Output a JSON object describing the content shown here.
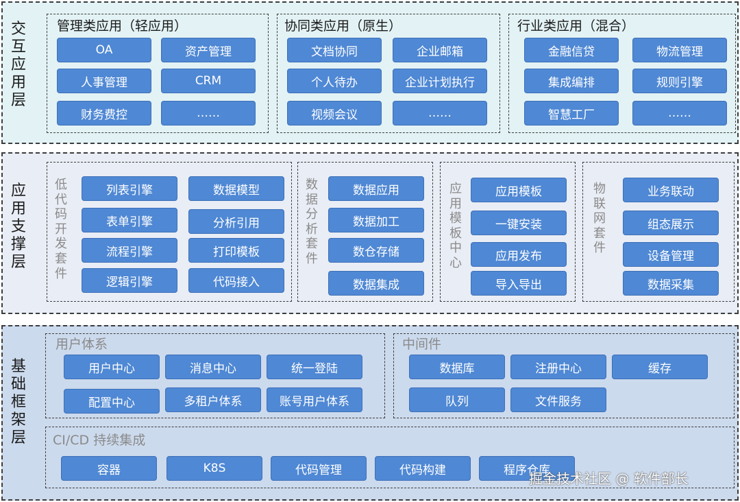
{
  "layers": {
    "app": {
      "title": "交互应用层",
      "groups": [
        {
          "title": "管理类应用（轻应用）",
          "items": [
            "OA",
            "资产管理",
            "人事管理",
            "CRM",
            "财务费控",
            "……"
          ]
        },
        {
          "title": "协同类应用（原生）",
          "items": [
            "文档协同",
            "企业邮箱",
            "个人待办",
            "企业计划执行",
            "视频会议",
            "……"
          ]
        },
        {
          "title": "行业类应用（混合）",
          "items": [
            "金融信贷",
            "物流管理",
            "集成编排",
            "规则引擎",
            "智慧工厂",
            "……"
          ]
        }
      ]
    },
    "support": {
      "title": "应用支撑层",
      "groups": [
        {
          "title": "低代码开发套件",
          "items": [
            "列表引擎",
            "数据模型",
            "表单引擎",
            "分析引用",
            "流程引擎",
            "打印模板",
            "逻辑引擎",
            "代码接入"
          ]
        },
        {
          "title": "数据分析套件",
          "items": [
            "数据应用",
            "数据加工",
            "数仓存储",
            "数据集成"
          ]
        },
        {
          "title": "应用模板中心",
          "items": [
            "应用模板",
            "一键安装",
            "应用发布",
            "导入导出"
          ]
        },
        {
          "title": "物联网套件",
          "items": [
            "业务联动",
            "组态展示",
            "设备管理",
            "数据采集"
          ]
        }
      ]
    },
    "base": {
      "title": "基础框架层",
      "groups": [
        {
          "title": "用户体系",
          "items": [
            "用户中心",
            "消息中心",
            "统一登陆",
            "配置中心",
            "多租户体系",
            "账号用户体系"
          ]
        },
        {
          "title": "中间件",
          "items": [
            "数据库",
            "注册中心",
            "缓存",
            "队列",
            "文件服务"
          ]
        },
        {
          "title": "CI/CD 持续集成",
          "items": [
            "容器",
            "K8S",
            "代码管理",
            "代码构建",
            "程序仓库"
          ]
        }
      ]
    }
  },
  "watermark": "掘金技术社区 @ 软件部长"
}
